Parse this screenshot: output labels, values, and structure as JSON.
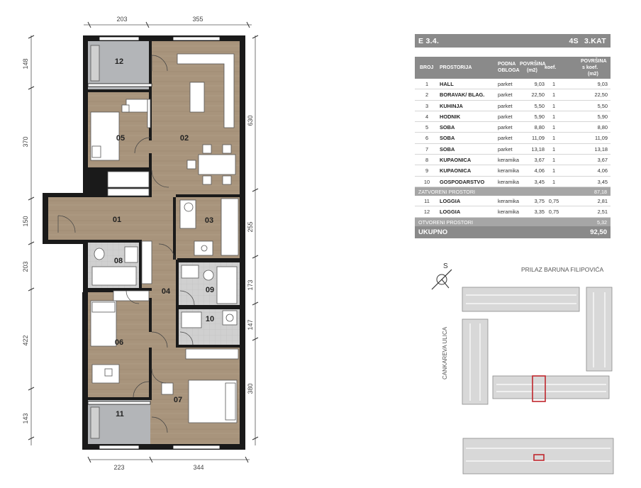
{
  "dimensions": {
    "top": [
      "203",
      "355"
    ],
    "bottom": [
      "223",
      "344"
    ],
    "left": [
      "148",
      "370",
      "150",
      "203",
      "422",
      "143"
    ],
    "right": [
      "630",
      "255",
      "173",
      "147",
      "380"
    ]
  },
  "rooms": [
    {
      "id": "12"
    },
    {
      "id": "05"
    },
    {
      "id": "02"
    },
    {
      "id": "01"
    },
    {
      "id": "03"
    },
    {
      "id": "08"
    },
    {
      "id": "04"
    },
    {
      "id": "09"
    },
    {
      "id": "10"
    },
    {
      "id": "06"
    },
    {
      "id": "07"
    },
    {
      "id": "11"
    }
  ],
  "sheet": {
    "unit": "E 3.4.",
    "building": "4S",
    "floor": "3.KAT",
    "columns": {
      "broj": "BROJ",
      "prostorija": "PROSTORIJA",
      "podna1": "PODNA",
      "podna2": "OBLOGA",
      "povrsina1": "POVRŠINA",
      "povrsina2": "(m2)",
      "koef": "koef.",
      "povk1": "POVRŠINA",
      "povk2": "s koef.",
      "povk3": "(m2)"
    },
    "closed_rows": [
      {
        "no": "1",
        "name": "HALL",
        "floor": "parket",
        "area": "9,03",
        "coef": "1",
        "net": "9,03"
      },
      {
        "no": "2",
        "name": "BORAVAK/ BLAG.",
        "floor": "parket",
        "area": "22,50",
        "coef": "1",
        "net": "22,50"
      },
      {
        "no": "3",
        "name": "KUHINJA",
        "floor": "parket",
        "area": "5,50",
        "coef": "1",
        "net": "5,50"
      },
      {
        "no": "4",
        "name": "HODNIK",
        "floor": "parket",
        "area": "5,90",
        "coef": "1",
        "net": "5,90"
      },
      {
        "no": "5",
        "name": "SOBA",
        "floor": "parket",
        "area": "8,80",
        "coef": "1",
        "net": "8,80"
      },
      {
        "no": "6",
        "name": "SOBA",
        "floor": "parket",
        "area": "11,09",
        "coef": "1",
        "net": "11,09"
      },
      {
        "no": "7",
        "name": "SOBA",
        "floor": "parket",
        "area": "13,18",
        "coef": "1",
        "net": "13,18"
      },
      {
        "no": "8",
        "name": "KUPAONICA",
        "floor": "keramika",
        "area": "3,67",
        "coef": "1",
        "net": "3,67"
      },
      {
        "no": "9",
        "name": "KUPAONICA",
        "floor": "keramika",
        "area": "4,06",
        "coef": "1",
        "net": "4,06"
      },
      {
        "no": "10",
        "name": "GOSPODARSTVO",
        "floor": "keramika",
        "area": "3,45",
        "coef": "1",
        "net": "3,45"
      }
    ],
    "closed_label": "ZATVORENI PROSTORI",
    "closed_total": "87,18",
    "open_rows": [
      {
        "no": "11",
        "name": "LOGGIA",
        "floor": "keramika",
        "area": "3,75",
        "coef": "0,75",
        "net": "2,81"
      },
      {
        "no": "12",
        "name": "LOGGIA",
        "floor": "keramika",
        "area": "3,35",
        "coef": "0,75",
        "net": "2,51"
      }
    ],
    "open_label": "OTVORENI PROSTORI",
    "open_total": "5,32",
    "total_label": "UKUPNO",
    "total_value": "92,50"
  },
  "site": {
    "north": "S",
    "street_top": "PRILAZ BARUNA FILIPOVIĆA",
    "street_left": "CANKAREVA ULICA",
    "highlight_color": "#c0272d"
  },
  "colors": {
    "wood": "#a8947c",
    "tile": "#c5c5c5",
    "loggia": "#b3b5b8",
    "wall": "#1a1a1a",
    "table_header": "#8a8a8a"
  }
}
